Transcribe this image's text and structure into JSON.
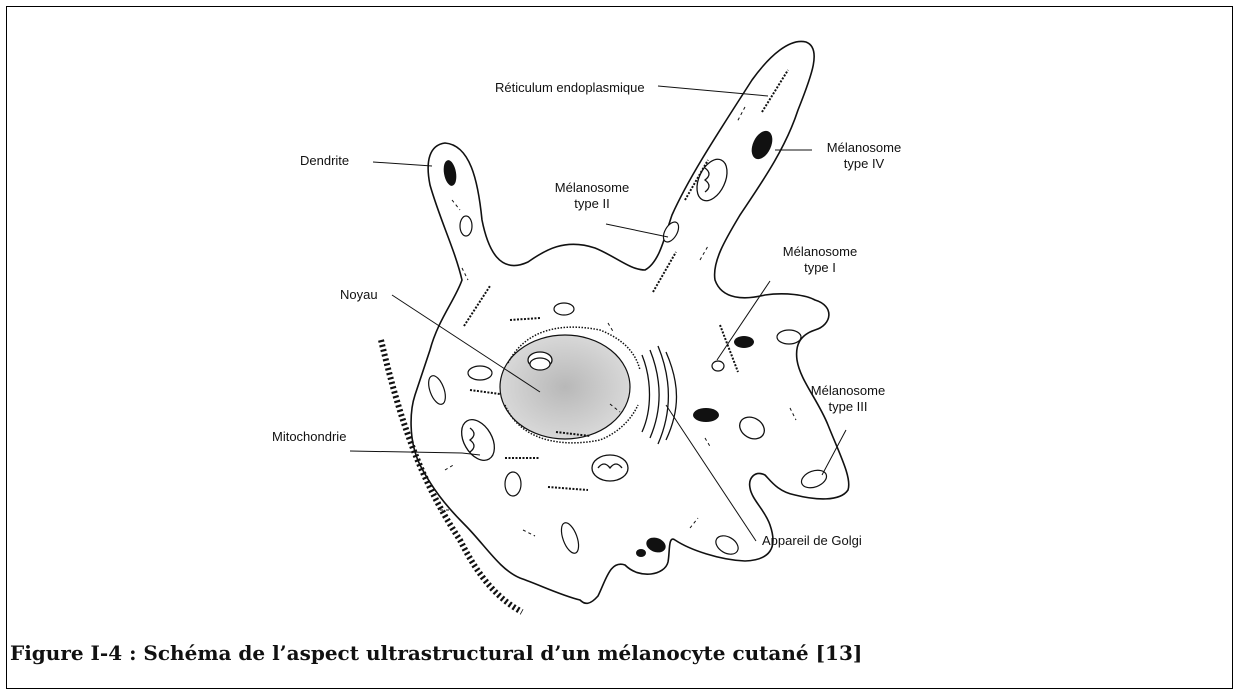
{
  "figure": {
    "caption": "Figure I-4 : Schéma de l’aspect ultrastructural d’un mélanocyte cutané [13]"
  },
  "labels": {
    "reticulum": "Réticulum endoplasmique",
    "dendrite": "Dendrite",
    "melanosome_iv_a": "Mélanosome",
    "melanosome_iv_b": "type IV",
    "melanosome_ii_a": "Mélanosome",
    "melanosome_ii_b": "type II",
    "melanosome_i_a": "Mélanosome",
    "melanosome_i_b": "type I",
    "noyau": "Noyau",
    "melanosome_iii_a": "Mélanosome",
    "melanosome_iii_b": "type III",
    "mitochondrie": "Mitochondrie",
    "golgi": "Appareil de Golgi"
  }
}
